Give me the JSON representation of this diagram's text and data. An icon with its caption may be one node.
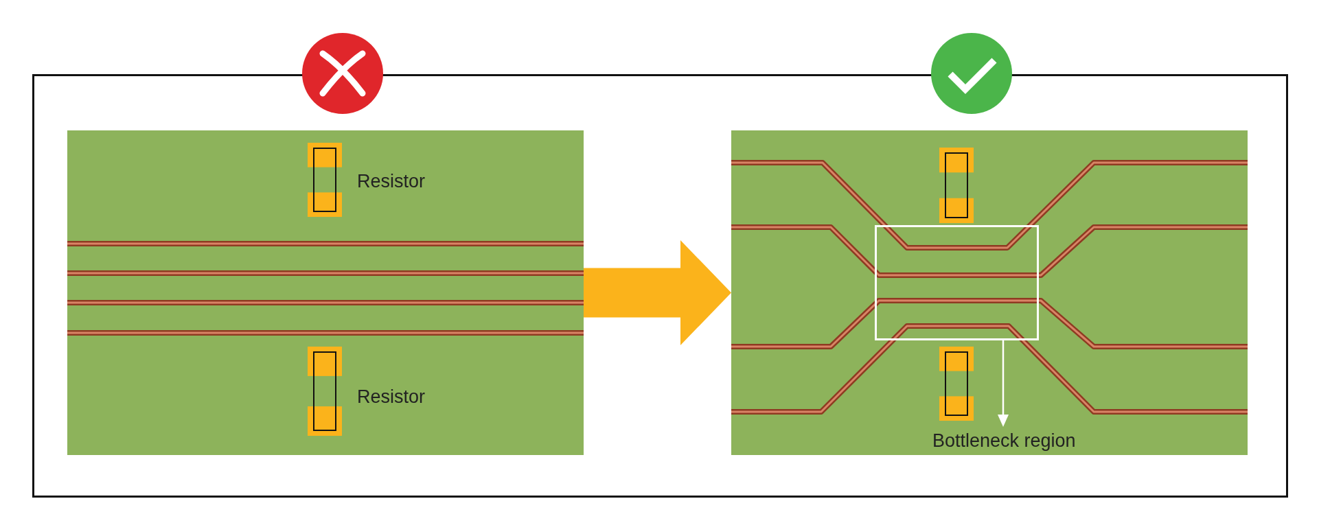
{
  "diagram": {
    "nodes": [
      {
        "text": [],
        "shape": "picture"
      },
      {
        "text": [],
        "shape": "picture"
      },
      {
        "text": [],
        "shape": "box",
        "in": 1
      },
      {
        "text": [
          "Bottleneck region"
        ],
        "in": 1
      }
    ],
    "edges": [
      {
        "from": 0,
        "to": 1,
        "arrow": "to",
        "style": "thick",
        "color": "#fbb31b"
      },
      {
        "from": 2,
        "to": 3,
        "arrow": "to",
        "color": "#ffffff"
      }
    ],
    "labels": [
      "Resistor",
      "Resistor"
    ]
  }
}
